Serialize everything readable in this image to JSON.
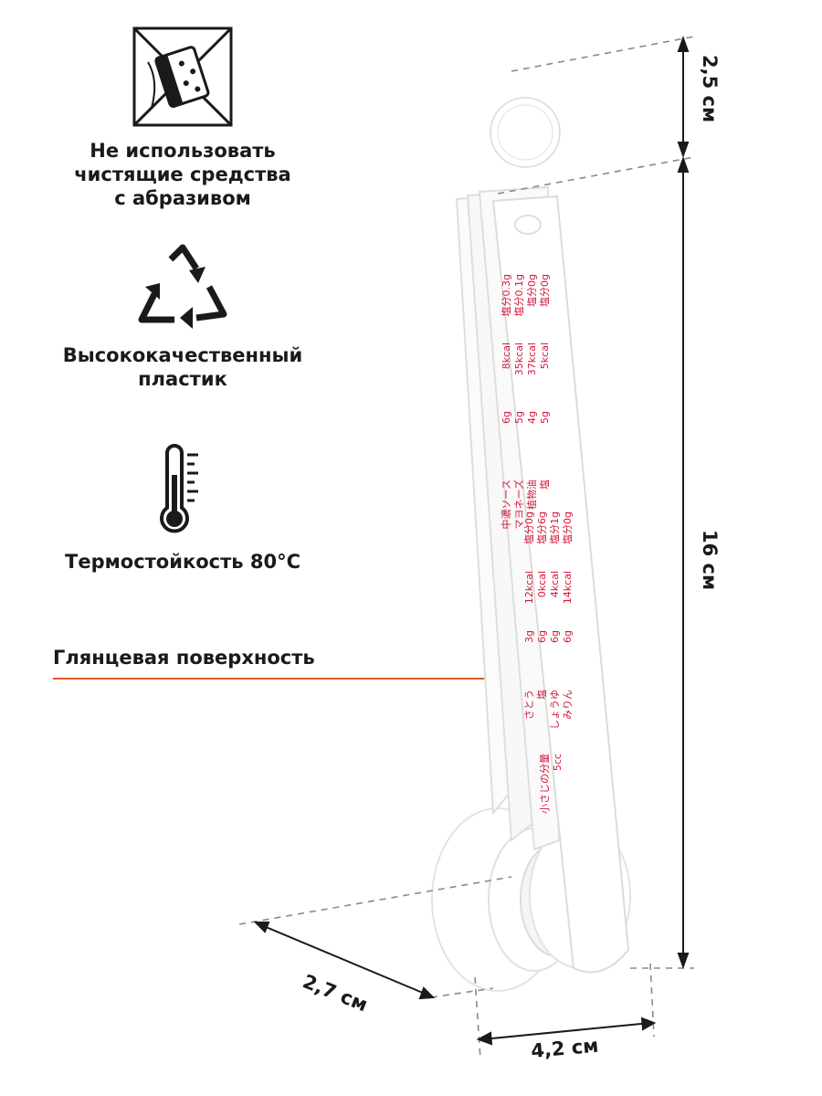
{
  "features": [
    {
      "icon": "no-abrasive-cleaner-icon",
      "label": "Не использовать\nчистящие средства\nс абразивом"
    },
    {
      "icon": "recycle-icon",
      "label": "Высококачественный\nпластик"
    },
    {
      "icon": "thermometer-icon",
      "label": "Термостойкость 80°C"
    }
  ],
  "glossy_label": "Глянцевая поверхность",
  "dimensions": {
    "ring": "2,5 см",
    "length": "16 см",
    "depth": "2,7 см",
    "width": "4,2 см"
  },
  "spoon_text": {
    "top_columns": [
      "塩分0.3g",
      "塩分0.1g",
      "塩分0g",
      "塩分0g",
      "8kcal",
      "35kcal",
      "37kcal",
      "5kcal",
      "6g",
      "5g",
      "4g",
      "5g",
      "中濃ソース",
      "マヨネーズ",
      "植物油",
      "塩"
    ],
    "mid_columns": [
      "塩分0g",
      "塩分6g",
      "塩分1g",
      "塩分0g",
      "12kcal",
      "0kcal",
      "4kcal",
      "14kcal",
      "3g",
      "6g",
      "6g",
      "6g",
      "さとう",
      "塩",
      "しょうゆ",
      "みりん"
    ],
    "bottom_columns": [
      "小さじの分量",
      "5cc"
    ]
  },
  "colors": {
    "accent_line": "#e4572e",
    "print_red": "#d4173a"
  }
}
